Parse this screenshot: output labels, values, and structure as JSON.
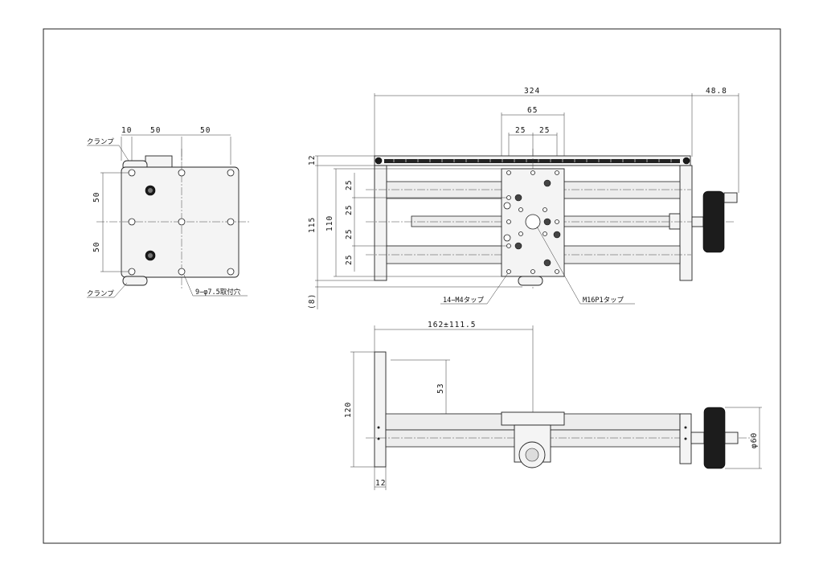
{
  "drawing": {
    "left_view": {
      "dims": {
        "d10": "10",
        "d50a": "50",
        "d50b": "50",
        "v50a": "50",
        "v50b": "50"
      },
      "labels": {
        "clamp_top": "クランプ",
        "clamp_bottom": "クランプ",
        "mount_holes": "9−φ7.5取付穴"
      }
    },
    "top_view": {
      "dims": {
        "d324": "324",
        "d48_8": "48.8",
        "d65": "65",
        "d25a": "25",
        "d25b": "25",
        "d12": "12",
        "d115": "115",
        "d110": "110",
        "v25a": "25",
        "v25b": "25",
        "v25c": "25",
        "v25d": "25",
        "d8": "(8)"
      },
      "labels": {
        "tap_m4": "14−M4タップ",
        "tap_m16": "M16P1タップ"
      }
    },
    "side_view": {
      "dims": {
        "travel": "162±111.5",
        "d53": "53",
        "d120": "120",
        "d12": "12",
        "dia60": "φ60"
      }
    }
  }
}
